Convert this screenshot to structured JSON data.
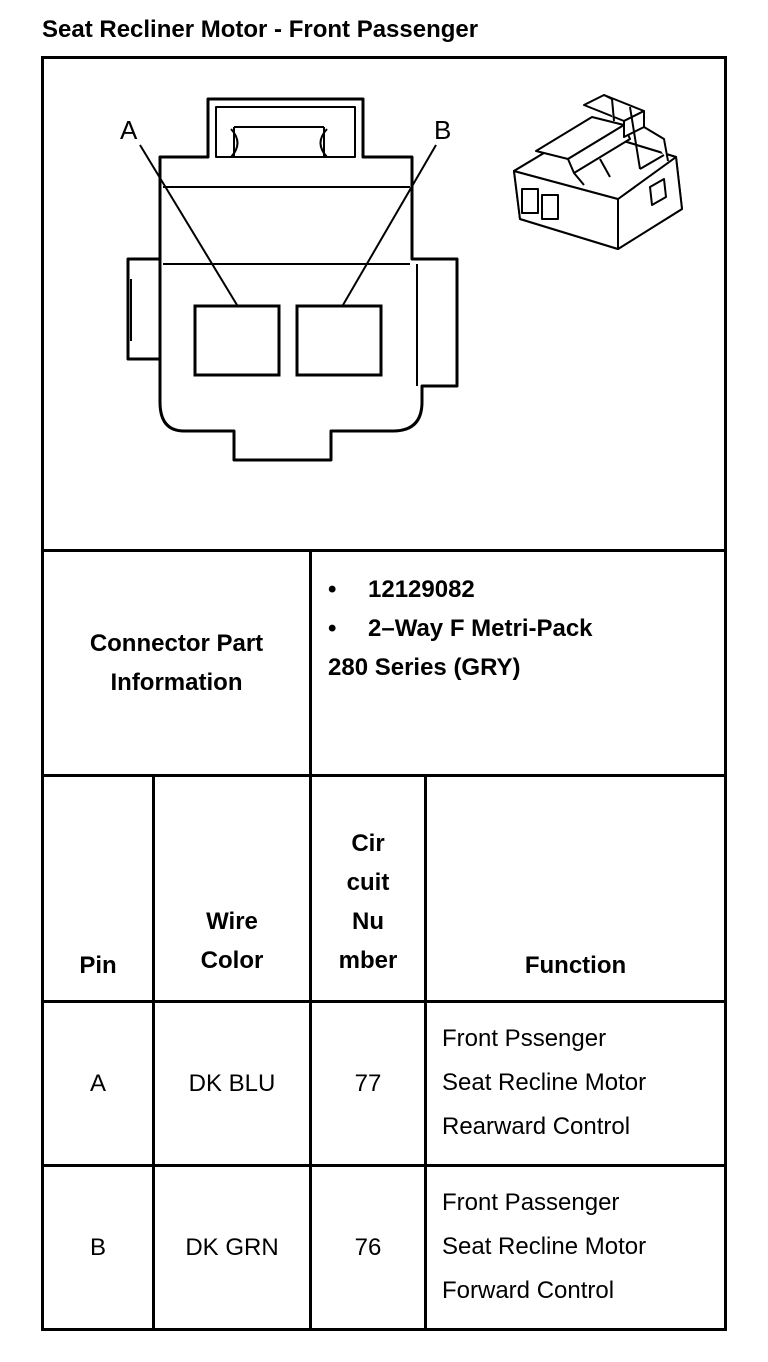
{
  "title": "Seat Recliner Motor - Front Passenger",
  "diagram": {
    "pin_labels": [
      "A",
      "B"
    ]
  },
  "connector_info": {
    "label_lines": [
      "Connector Part",
      "Information"
    ],
    "bullets": [
      "12129082",
      "2–Way F Metri-Pack"
    ],
    "continuation": "280 Series (GRY)"
  },
  "table": {
    "headers": {
      "pin": "Pin",
      "wire_color": [
        "Wire",
        "Color"
      ],
      "circuit_number": [
        "Cir",
        "cuit",
        "Nu",
        "mber"
      ],
      "function": "Function"
    },
    "rows": [
      {
        "pin": "A",
        "wire_color": "DK BLU",
        "circuit": "77",
        "function": [
          "Front Pssenger",
          "Seat Recline Motor",
          "Rearward Control"
        ]
      },
      {
        "pin": "B",
        "wire_color": "DK GRN",
        "circuit": "76",
        "function": [
          "Front Passenger",
          "Seat Recline Motor",
          "Forward Control"
        ]
      }
    ]
  }
}
